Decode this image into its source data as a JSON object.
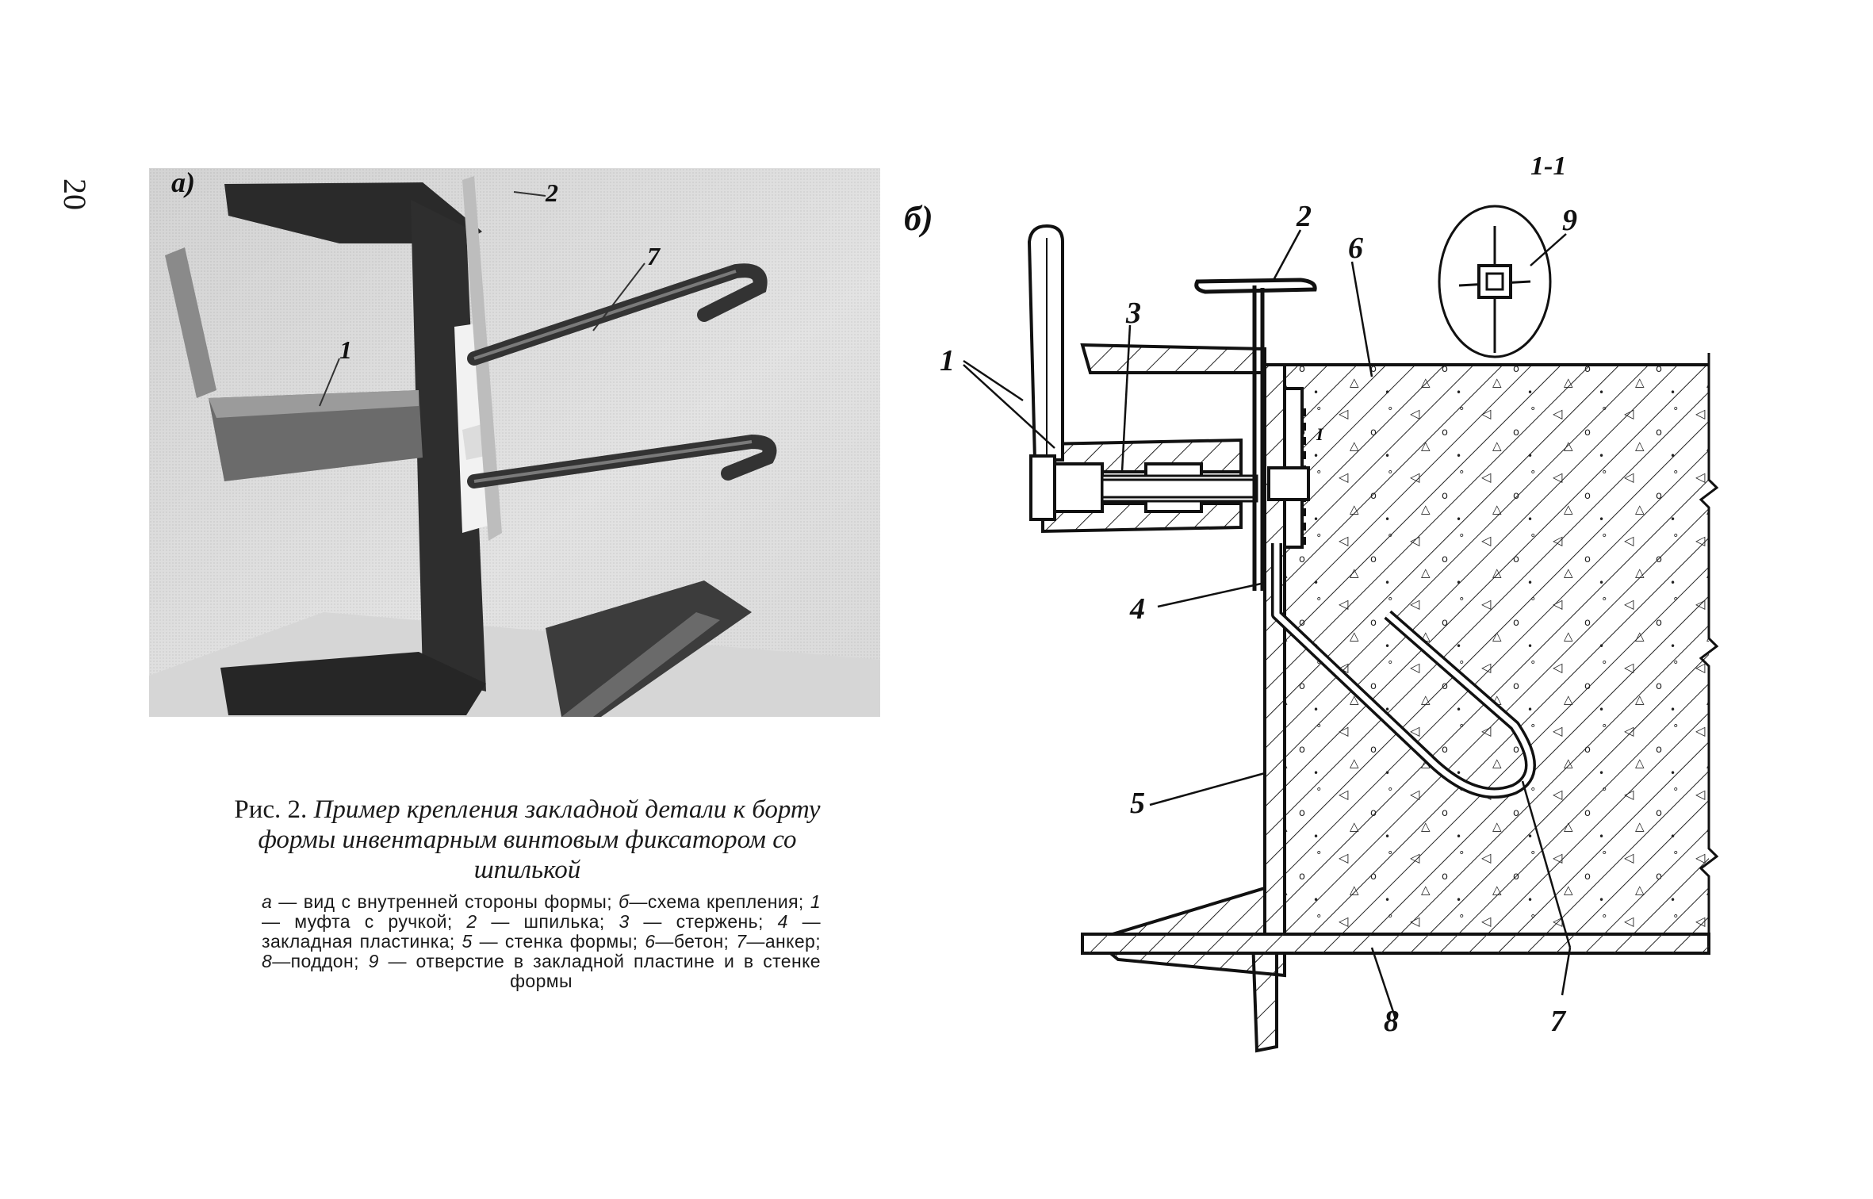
{
  "page": {
    "number": "20"
  },
  "photo": {
    "panel_label": "а)",
    "callouts": [
      "2",
      "7",
      "1"
    ]
  },
  "drawing": {
    "panel_label": "б)",
    "section_label": "1-1",
    "callouts": [
      "1",
      "2",
      "3",
      "4",
      "5",
      "6",
      "7",
      "8",
      "9",
      "I"
    ]
  },
  "caption": {
    "prefix": "Рис. 2.",
    "title": "Пример крепления закладной детали к борту формы инвентарным винтовым фиксатором со шпилькой",
    "legend": [
      {
        "key": "а",
        "text": "вид с внутренней стороны формы;"
      },
      {
        "key": "б",
        "text": "схема крепления;"
      },
      {
        "key": "1",
        "text": "муфта с ручкой;"
      },
      {
        "key": "2",
        "text": "шпилька;"
      },
      {
        "key": "3",
        "text": "стержень;"
      },
      {
        "key": "4",
        "text": "закладная пластинка;"
      },
      {
        "key": "5",
        "text": "стенка формы;"
      },
      {
        "key": "6",
        "text": "бетон;"
      },
      {
        "key": "7",
        "text": "анкер;"
      },
      {
        "key": "8",
        "text": "поддон;"
      },
      {
        "key": "9",
        "text": "отверстие в закладной пластине и в стенке формы"
      }
    ]
  }
}
